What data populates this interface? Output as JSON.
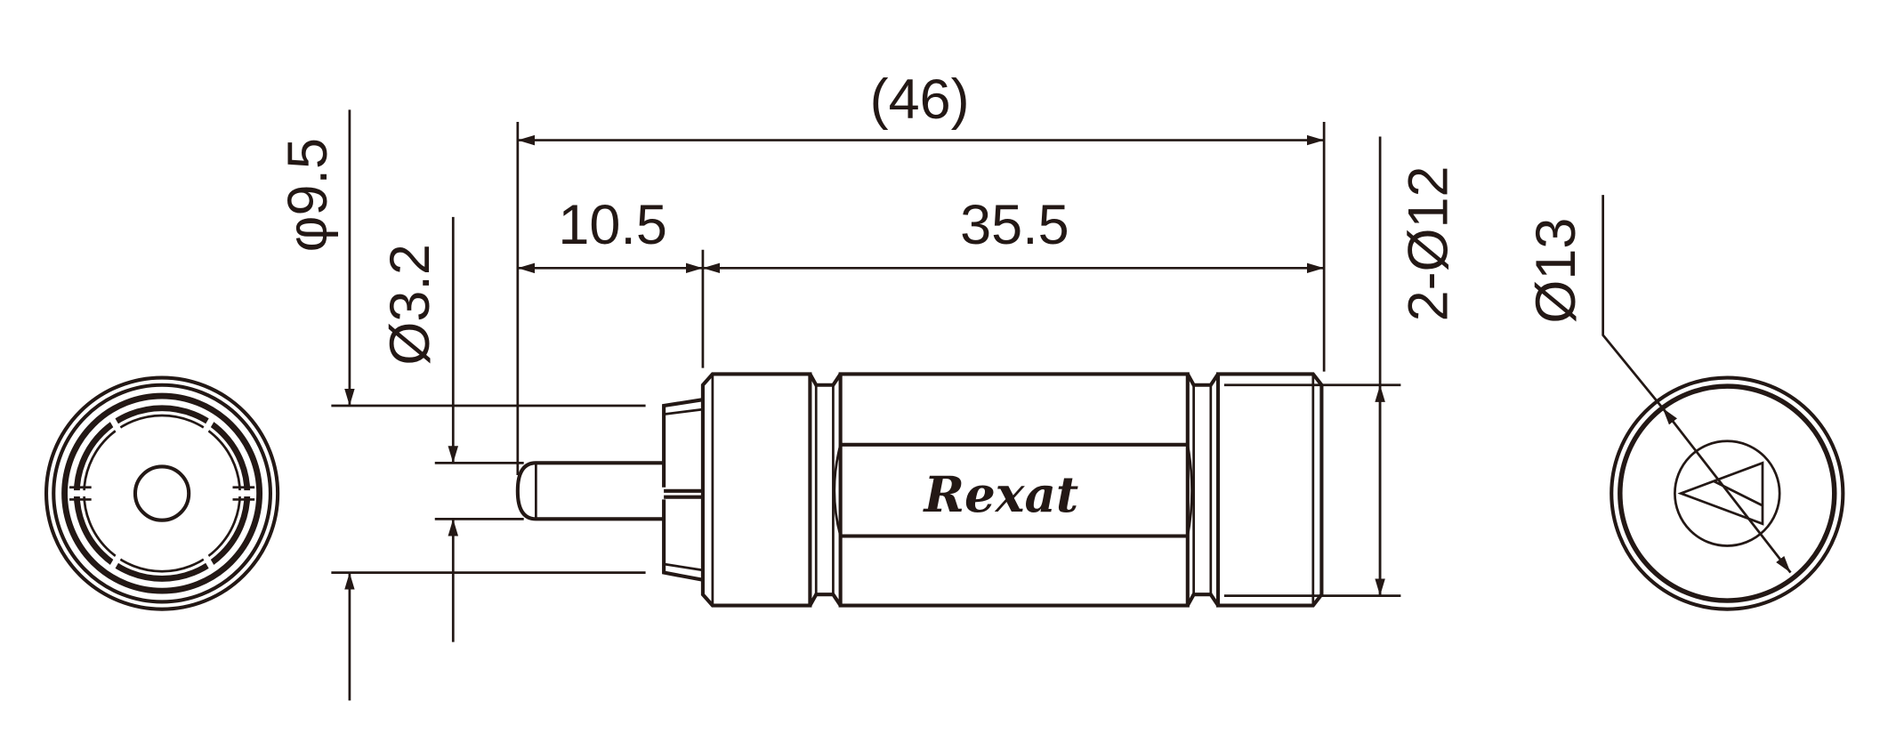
{
  "dimensions": {
    "overall_length": "(46)",
    "pin_length": "10.5",
    "body_length": "35.5",
    "outer_diameter": "φ9.5",
    "pin_diameter": "Ø3.2",
    "body_diameter": "2-Ø12",
    "end_diameter": "Ø13"
  },
  "brand": "Rexat",
  "colors": {
    "line": "#231815",
    "background": "#ffffff"
  }
}
